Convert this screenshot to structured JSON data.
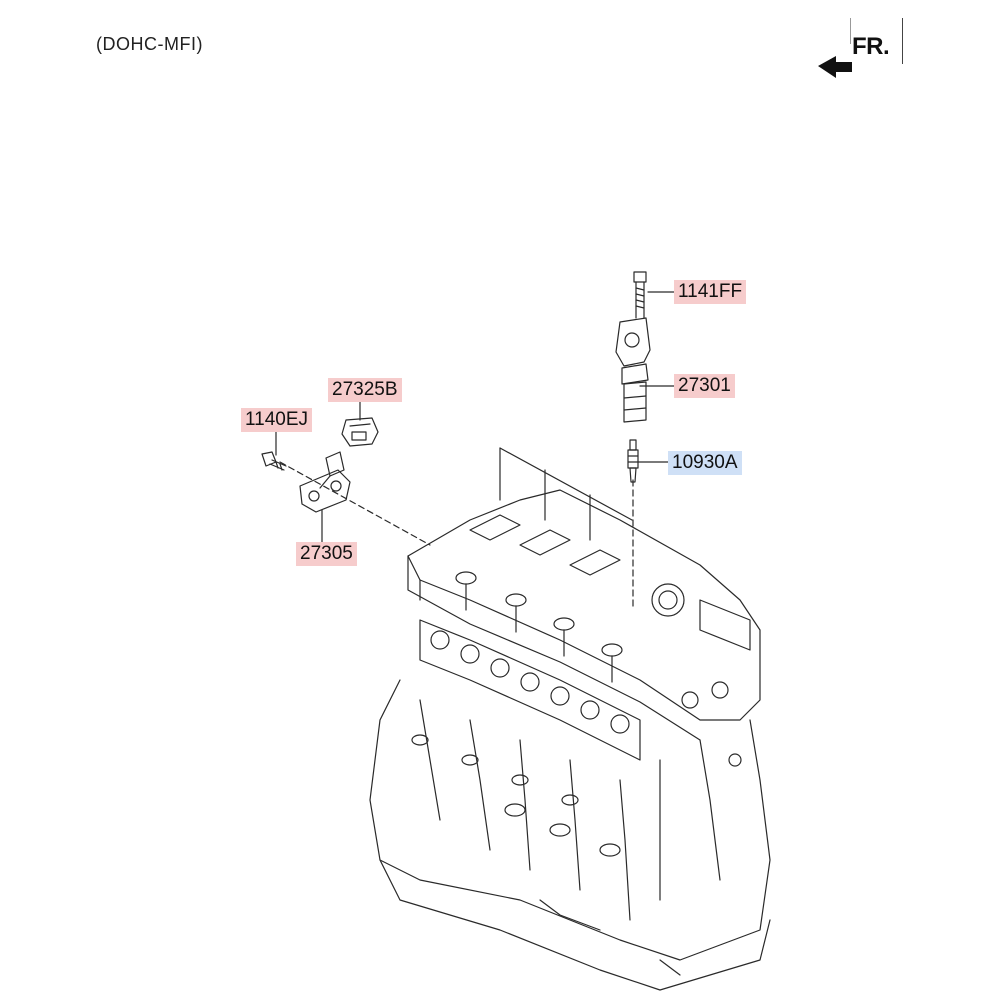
{
  "diagram": {
    "header_note": "(DOHC-MFI)",
    "direction_label": "FR.",
    "colors": {
      "callout_red": "#f6cccc",
      "callout_blue": "#cfe0f6",
      "line": "#2a2a2a"
    },
    "callouts": [
      {
        "id": "1141FF",
        "label": "1141FF",
        "color": "red",
        "part": "coil-bolt"
      },
      {
        "id": "27301",
        "label": "27301",
        "color": "red",
        "part": "ignition-coil"
      },
      {
        "id": "10930A",
        "label": "10930A",
        "color": "blue",
        "part": "spark-plug"
      },
      {
        "id": "27325B",
        "label": "27325B",
        "color": "red",
        "part": "connector-cap"
      },
      {
        "id": "1140EJ",
        "label": "1140EJ",
        "color": "red",
        "part": "bracket-bolt"
      },
      {
        "id": "27305",
        "label": "27305",
        "color": "red",
        "part": "coil-bracket"
      }
    ]
  }
}
